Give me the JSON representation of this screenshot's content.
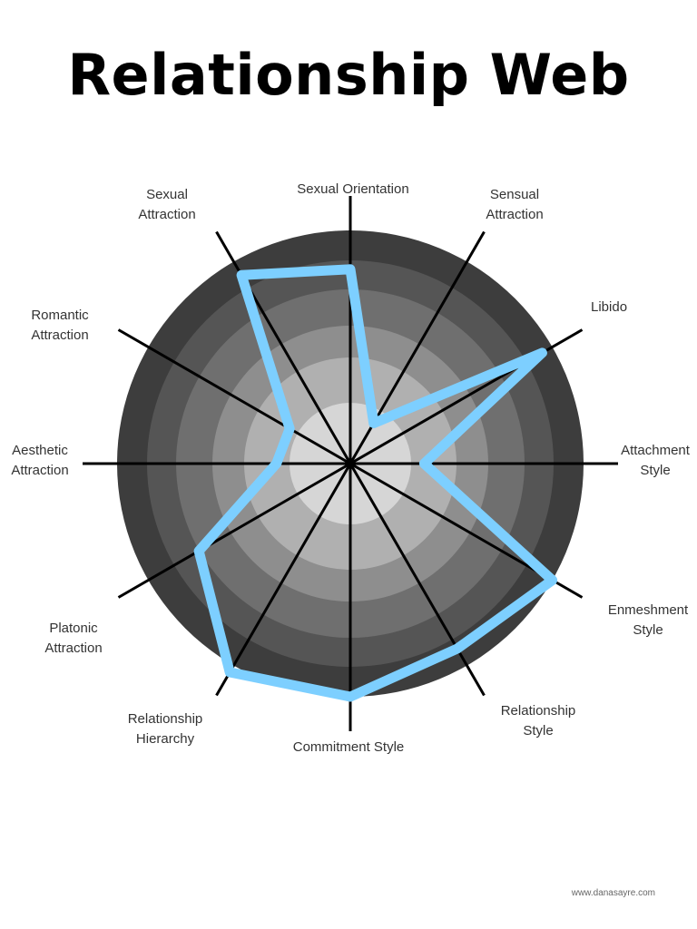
{
  "title": "Relationship Web",
  "credit": "www.danasayre.com",
  "colors": {
    "rings": [
      "#3d3d3d",
      "#555555",
      "#6f6f6f",
      "#8e8e8e",
      "#b0b0b0",
      "#d6d6d6",
      "#ffffff"
    ],
    "spokes": "#000000",
    "outline": "#7dcfff"
  },
  "axes": [
    {
      "id": "sexual-orientation",
      "lines": [
        "Sexual Orientation"
      ]
    },
    {
      "id": "sensual-attraction",
      "lines": [
        "Sensual",
        "Attraction"
      ]
    },
    {
      "id": "libido",
      "lines": [
        "Libido"
      ]
    },
    {
      "id": "attachment-style",
      "lines": [
        "Attachment",
        "Style"
      ]
    },
    {
      "id": "enmeshment-style",
      "lines": [
        "Enmeshment",
        "Style"
      ]
    },
    {
      "id": "relationship-style",
      "lines": [
        "Relationship",
        "Style"
      ]
    },
    {
      "id": "commitment-style",
      "lines": [
        "Commitment Style"
      ]
    },
    {
      "id": "relationship-hierarchy",
      "lines": [
        "Relationship",
        "Hierarchy"
      ]
    },
    {
      "id": "platonic-attraction",
      "lines": [
        "Platonic",
        "Attraction"
      ]
    },
    {
      "id": "aesthetic-attraction",
      "lines": [
        "Aesthetic",
        "Attraction"
      ]
    },
    {
      "id": "romantic-attraction",
      "lines": [
        "Romantic",
        "Attraction"
      ]
    },
    {
      "id": "sexual-attraction",
      "lines": [
        "Sexual",
        "Attraction"
      ]
    }
  ],
  "ring_count": 6,
  "outline_levels": [
    5,
    1.2,
    5.7,
    1.9,
    6,
    5.5,
    6,
    6.2,
    4.5,
    1.9,
    1.8,
    5.6
  ]
}
